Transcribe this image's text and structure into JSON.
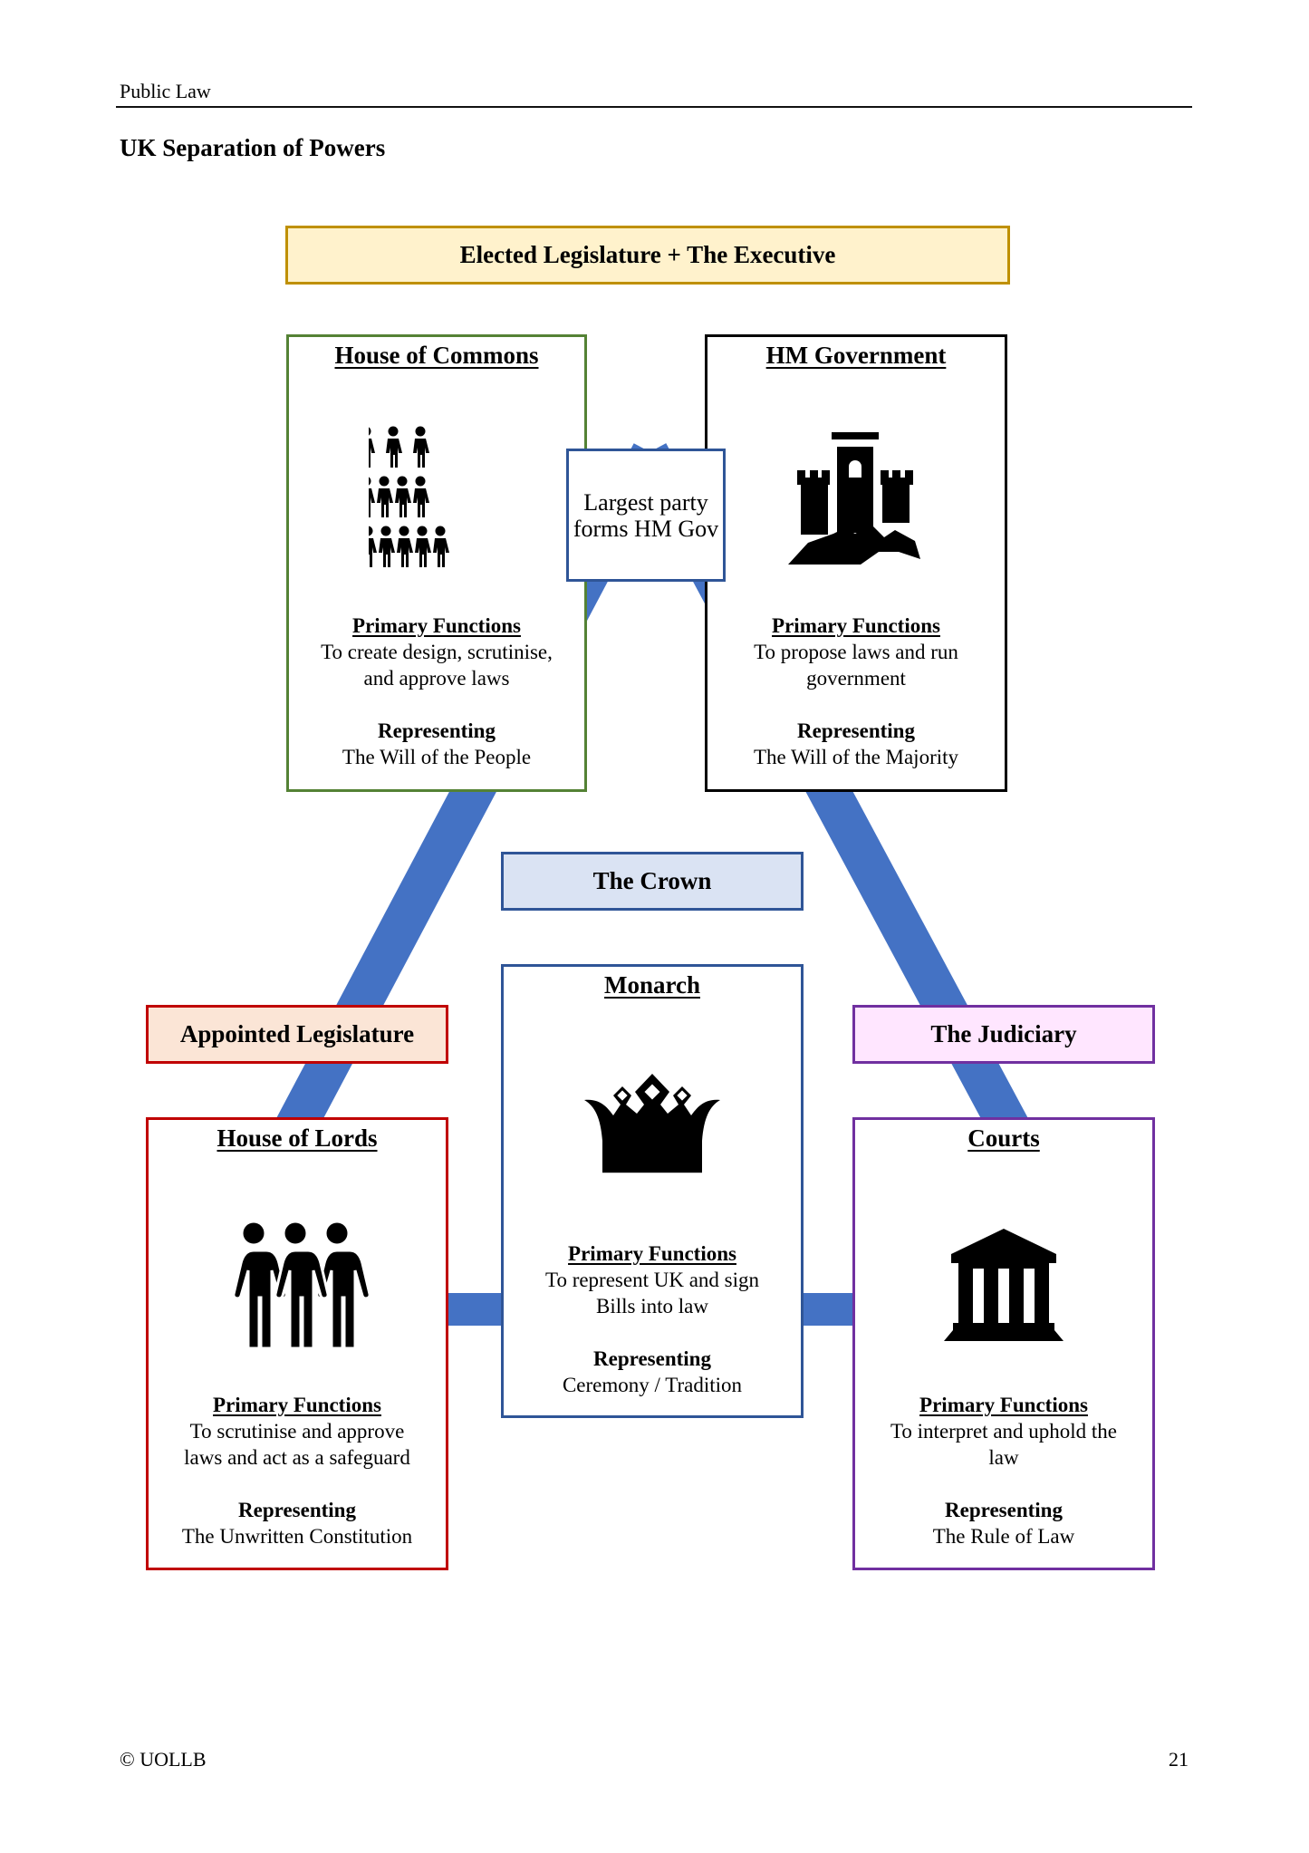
{
  "header": {
    "text": "Public Law"
  },
  "page_title": "UK Separation of Powers",
  "footer": {
    "copyright": "© UOLLB",
    "page_number": "21"
  },
  "colors": {
    "connector": "#4472c4",
    "commons": "#548235",
    "government": "#000000",
    "crown": "#2f5597",
    "lords": "#c00000",
    "judiciary": "#7030a0",
    "elected_banner_border": "#bf9000",
    "elected_banner_fill": "#fff2cc",
    "crown_banner_fill": "#dae3f3",
    "appointed_banner_fill": "#fbe5d6",
    "judiciary_banner_fill": "#ffe6ff"
  },
  "banners": {
    "elected": "Elected Legislature + The Executive",
    "crown": "The Crown",
    "appointed": "Appointed Legislature",
    "judiciary": "The Judiciary"
  },
  "note": {
    "text": "Largest party forms HM Gov"
  },
  "labels": {
    "primary_functions": "Primary Functions",
    "representing": "Representing"
  },
  "cards": {
    "commons": {
      "title": "House of Commons",
      "icon": "crowd-pyramid-icon",
      "functions_line1": "To create design, scrutinise,",
      "functions_line2": "and approve laws",
      "representing": "The Will of the People"
    },
    "government": {
      "title": "HM Government",
      "icon": "castle-icon",
      "functions_line1": "To propose laws and run",
      "functions_line2": "government",
      "representing": "The Will of the Majority"
    },
    "monarch": {
      "title": "Monarch",
      "icon": "crown-icon",
      "functions_line1": "To represent UK and sign",
      "functions_line2": "Bills into law",
      "representing": "Ceremony / Tradition"
    },
    "lords": {
      "title": "House of Lords",
      "icon": "group-of-three-people-icon",
      "functions_line1": "To scrutinise and approve",
      "functions_line2": "laws and act as a safeguard",
      "representing": "The Unwritten Constitution"
    },
    "courts": {
      "title": "Courts",
      "icon": "courthouse-icon",
      "functions_line1": "To interpret and uphold the",
      "functions_line2": "law",
      "representing": "The Rule of Law"
    }
  }
}
